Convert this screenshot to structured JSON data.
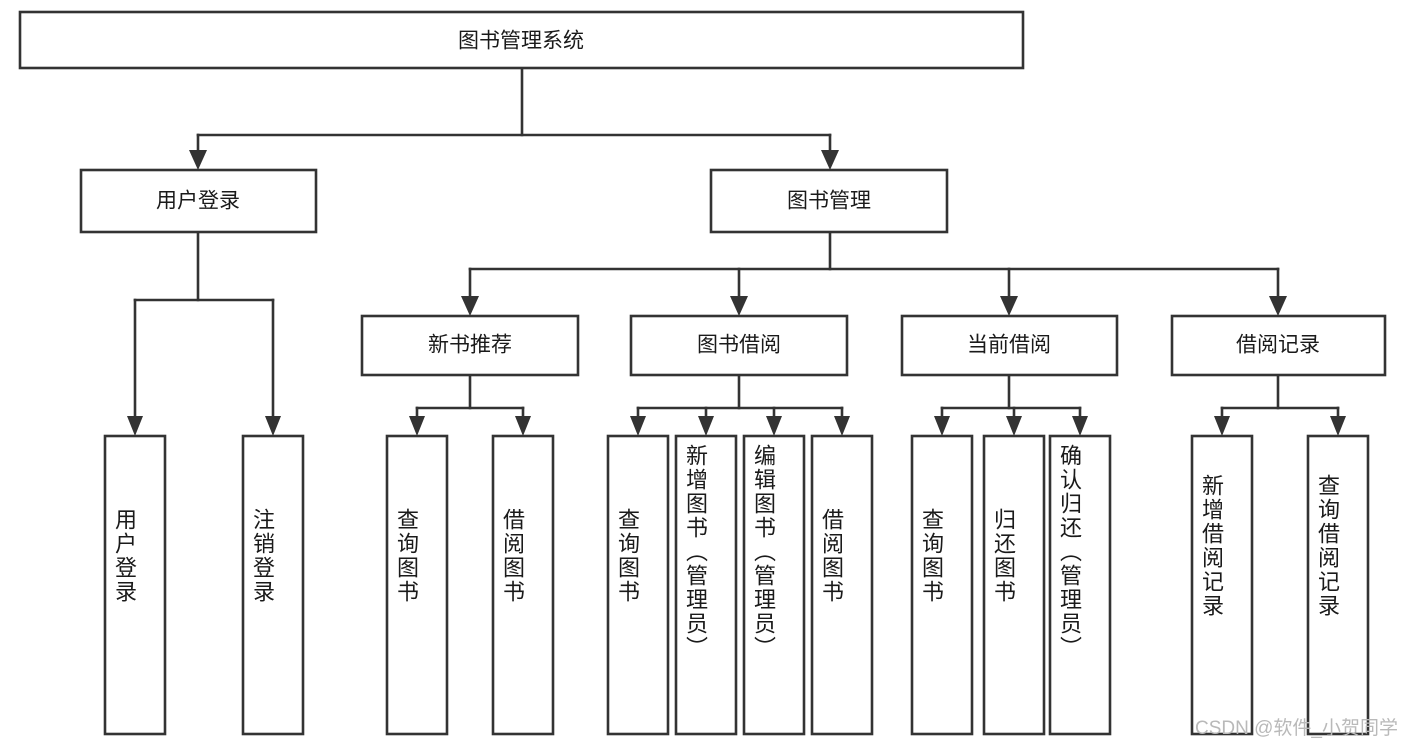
{
  "diagram": {
    "title_node": {
      "label": "图书管理系统"
    },
    "level2": [
      {
        "label": "用户登录"
      },
      {
        "label": "图书管理"
      }
    ],
    "level3": [
      {
        "label": "新书推荐"
      },
      {
        "label": "图书借阅"
      },
      {
        "label": "当前借阅"
      },
      {
        "label": "借阅记录"
      }
    ],
    "leaves": {
      "user_login": [
        {
          "label": "用户登录"
        },
        {
          "label": "注销登录"
        }
      ],
      "new_book_recommend": [
        {
          "label": "查询图书"
        },
        {
          "label": "借阅图书"
        }
      ],
      "book_borrow": [
        {
          "label": "查询图书"
        },
        {
          "label": "新增图书（管理员）"
        },
        {
          "label": "编辑图书（管理员）"
        },
        {
          "label": "借阅图书"
        }
      ],
      "current_borrow": [
        {
          "label": "查询图书"
        },
        {
          "label": "归还图书"
        },
        {
          "label": "确认归还（管理员）"
        }
      ],
      "borrow_record": [
        {
          "label": "新增借阅记录"
        },
        {
          "label": "查询借阅记录"
        }
      ]
    },
    "watermark": {
      "text": "CSDN @软件_小贺同学"
    },
    "colors": {
      "stroke": "#333333",
      "fill": "#ffffff",
      "text": "#1a1a1a",
      "watermark": "#b9b9b9"
    }
  }
}
